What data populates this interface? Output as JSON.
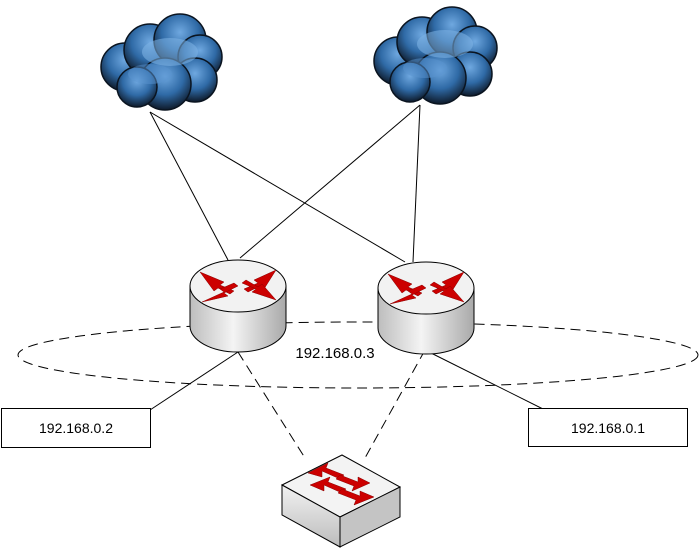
{
  "diagram": {
    "virtual_ip": "192.168.0.3",
    "hosts": [
      {
        "ip": "192.168.0.2"
      },
      {
        "ip": "192.168.0.1"
      }
    ],
    "icons": {
      "cloud": "internet-cloud-icon",
      "router": "router-icon",
      "switch": "switch-icon"
    },
    "colors": {
      "cloud_dark": "#0e1a2a",
      "cloud_light": "#4a88c8",
      "arrow": "#cc0000",
      "device_body": "#e6e6e6",
      "line": "#000000"
    }
  }
}
